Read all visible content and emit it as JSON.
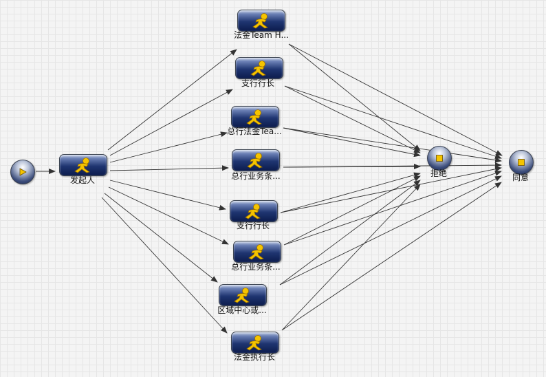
{
  "nodes": {
    "start": {
      "kind": "start",
      "icon": "play-icon"
    },
    "initiator": {
      "label": "发起人",
      "icon": "user-task-icon"
    },
    "t1": {
      "label": "法金Team H...",
      "icon": "user-task-icon"
    },
    "t2": {
      "label": "支行行长",
      "icon": "user-task-icon"
    },
    "t3": {
      "label": "总行法金Tea...",
      "icon": "user-task-icon"
    },
    "t4": {
      "label": "总行业务条...",
      "icon": "user-task-icon"
    },
    "t5": {
      "label": "支行行长",
      "icon": "user-task-icon"
    },
    "t6": {
      "label": "总行业务条...",
      "icon": "user-task-icon"
    },
    "t7": {
      "label": "区域中心或...",
      "icon": "user-task-icon"
    },
    "t8": {
      "label": "法金执行长",
      "icon": "user-task-icon"
    },
    "reject": {
      "label": "拒绝",
      "kind": "end",
      "icon": "stop-icon"
    },
    "approve": {
      "label": "同意",
      "kind": "end",
      "icon": "stop-icon"
    }
  },
  "edges": [
    [
      "start",
      "initiator"
    ],
    [
      "initiator",
      "t1"
    ],
    [
      "initiator",
      "t2"
    ],
    [
      "initiator",
      "t3"
    ],
    [
      "initiator",
      "t4"
    ],
    [
      "initiator",
      "t5"
    ],
    [
      "initiator",
      "t6"
    ],
    [
      "initiator",
      "t7"
    ],
    [
      "initiator",
      "t8"
    ],
    [
      "t1",
      "reject"
    ],
    [
      "t1",
      "approve"
    ],
    [
      "t2",
      "reject"
    ],
    [
      "t2",
      "approve"
    ],
    [
      "t3",
      "reject"
    ],
    [
      "t3",
      "approve"
    ],
    [
      "t4",
      "reject"
    ],
    [
      "t4",
      "approve"
    ],
    [
      "t5",
      "reject"
    ],
    [
      "t5",
      "approve"
    ],
    [
      "t6",
      "reject"
    ],
    [
      "t6",
      "approve"
    ],
    [
      "t7",
      "reject"
    ],
    [
      "t7",
      "approve"
    ],
    [
      "t8",
      "reject"
    ],
    [
      "t8",
      "approve"
    ]
  ],
  "colors": {
    "edge": "#333333",
    "icon": "#f5c400",
    "icon_outline": "#9a6e00"
  }
}
